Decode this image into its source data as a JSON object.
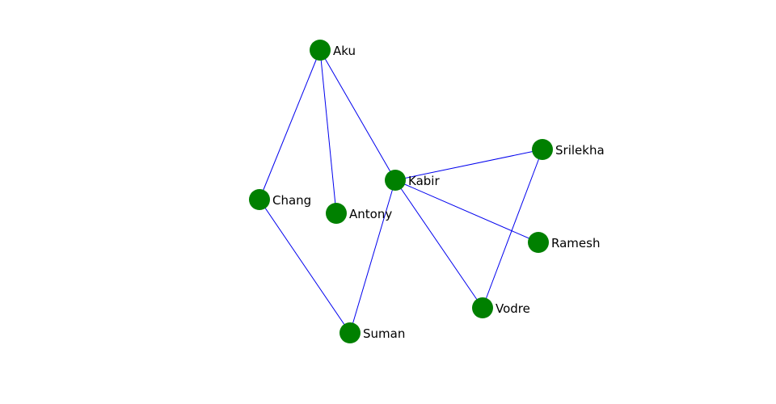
{
  "graph": {
    "style": {
      "node_color": "#008000",
      "edge_color": "#0000ee",
      "label_color": "#000000",
      "background": "#ffffff"
    },
    "nodes": [
      {
        "id": "aku",
        "label": "Aku"
      },
      {
        "id": "kabir",
        "label": "Kabir"
      },
      {
        "id": "srilekha",
        "label": "Srilekha"
      },
      {
        "id": "chang",
        "label": "Chang"
      },
      {
        "id": "antony",
        "label": "Antony"
      },
      {
        "id": "ramesh",
        "label": "Ramesh"
      },
      {
        "id": "vodre",
        "label": "Vodre"
      },
      {
        "id": "suman",
        "label": "Suman"
      }
    ],
    "edges": [
      {
        "source": "aku",
        "target": "chang"
      },
      {
        "source": "aku",
        "target": "antony"
      },
      {
        "source": "aku",
        "target": "kabir"
      },
      {
        "source": "chang",
        "target": "suman"
      },
      {
        "source": "kabir",
        "target": "suman"
      },
      {
        "source": "kabir",
        "target": "srilekha"
      },
      {
        "source": "kabir",
        "target": "ramesh"
      },
      {
        "source": "kabir",
        "target": "vodre"
      },
      {
        "source": "srilekha",
        "target": "vodre"
      }
    ]
  }
}
